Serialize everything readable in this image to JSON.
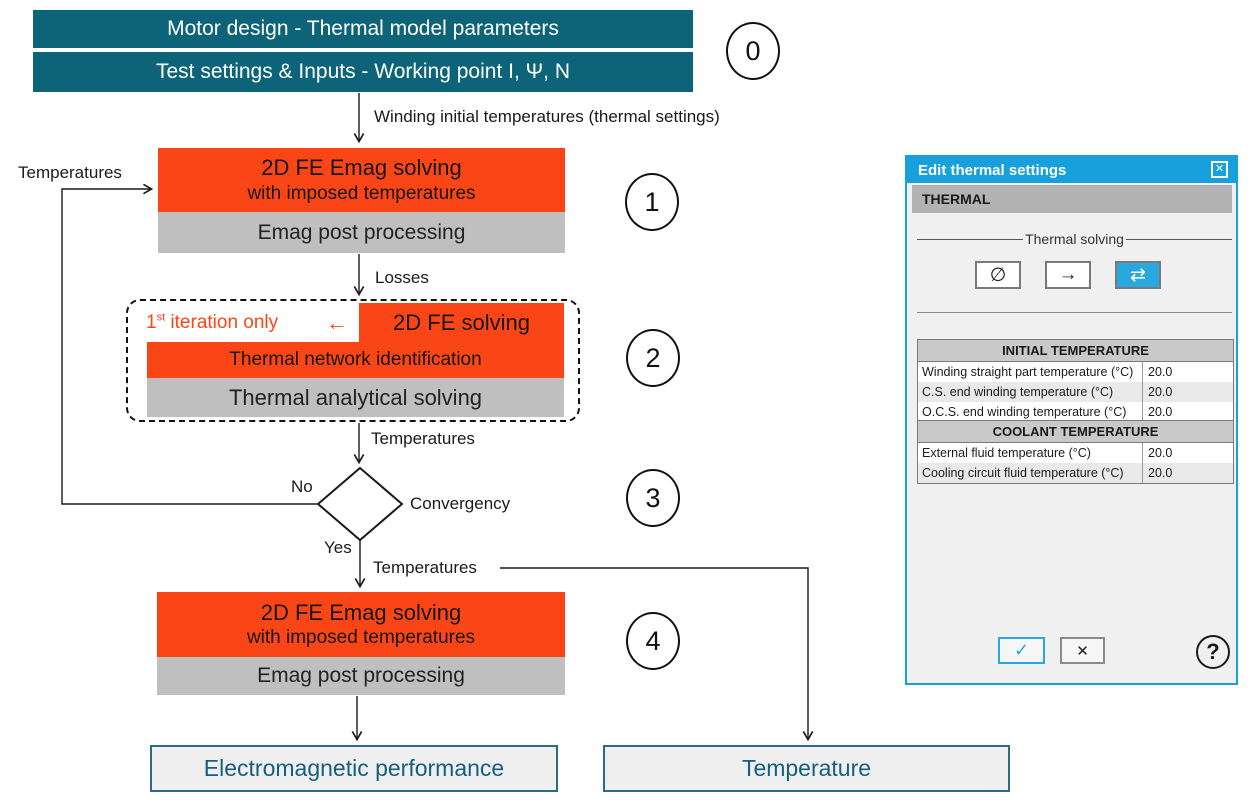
{
  "colors": {
    "teal": "#0d6478",
    "orange": "#fa4616",
    "block_gray": "#bfbfbf",
    "dialog_blue": "#18a0dc",
    "accent_blue": "#29a8e0",
    "output_text": "#175e7c"
  },
  "diagram": {
    "banners": [
      {
        "label": "Motor design - Thermal model parameters"
      },
      {
        "label": "Test settings & Inputs - Working point I, Ψ, N"
      }
    ],
    "steps": [
      "0",
      "1",
      "2",
      "3",
      "4"
    ],
    "labels": {
      "winding_initial": "Winding initial temperatures (thermal settings)",
      "feedback_temperatures": "Temperatures",
      "losses": "Losses",
      "mid_temperatures": "Temperatures",
      "out_temperatures": "Temperatures",
      "no": "No",
      "yes": "Yes",
      "convergency": "Convergency"
    },
    "block1": {
      "title": "2D FE Emag solving",
      "subtitle": "with imposed temperatures",
      "post": "Emag post processing"
    },
    "block2": {
      "iteration_num": "1",
      "iteration_sup": "st",
      "iteration_text": "iteration only",
      "iteration_arrow": "←",
      "fe_solving": "2D FE solving",
      "network": "Thermal network identification",
      "analytical": "Thermal analytical solving"
    },
    "block4": {
      "title": "2D FE Emag solving",
      "subtitle": "with imposed temperatures",
      "post": "Emag post processing"
    },
    "outputs": [
      {
        "label": "Electromagnetic performance"
      },
      {
        "label": "Temperature"
      }
    ]
  },
  "dialog": {
    "title": "Edit thermal settings",
    "close_icon": "✕",
    "section_header": "THERMAL",
    "solving_group": {
      "label": "Thermal solving",
      "options": [
        {
          "icon": "∅"
        },
        {
          "icon": "→"
        },
        {
          "icon": "⇄"
        }
      ]
    },
    "tables": [
      {
        "header": "INITIAL TEMPERATURE",
        "rows": [
          {
            "label": "Winding straight part temperature (°C)",
            "value": "20.0"
          },
          {
            "label": "C.S. end winding temperature (°C)",
            "value": "20.0"
          },
          {
            "label": "O.C.S. end winding temperature (°C)",
            "value": "20.0"
          }
        ]
      },
      {
        "header": "COOLANT TEMPERATURE",
        "rows": [
          {
            "label": "External fluid temperature (°C)",
            "value": "20.0"
          },
          {
            "label": "Cooling circuit fluid temperature (°C)",
            "value": "20.0"
          }
        ]
      }
    ],
    "footer": {
      "ok_icon": "✓",
      "cancel_icon": "✕",
      "help_icon": "?"
    }
  }
}
